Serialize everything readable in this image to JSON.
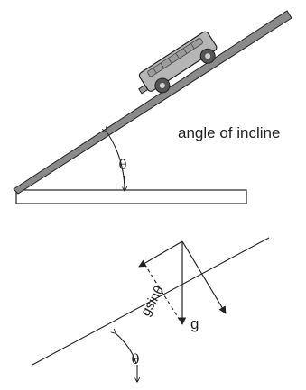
{
  "labels": {
    "incline_caption": "angle of incline",
    "theta_top": "θ",
    "theta_bottom": "θ",
    "g_sin_theta": "gsinθ",
    "g": "g"
  },
  "colors": {
    "stroke": "#222222",
    "ramp_fill": "#8a8a8a",
    "cart_body": "#b5b5b5",
    "wheel": "#555555",
    "wheel_hub": "#cfcfcf"
  }
}
